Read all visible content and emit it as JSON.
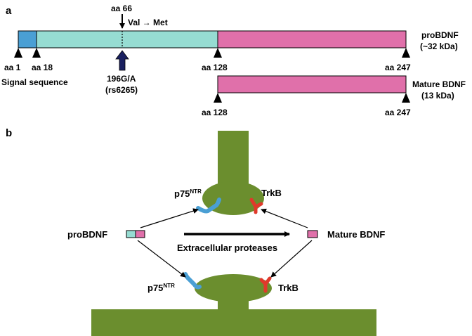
{
  "panel_a": {
    "panel_label": "a",
    "mutation_position": "aa 66",
    "mutation_change": "Val → Met",
    "variant_name": "196G/A",
    "variant_id": "(rs6265)",
    "pro_label": "proBDNF",
    "pro_size": "(~32 kDa)",
    "mature_label": "Mature BDNF",
    "mature_size": "(13 kDa)",
    "markers": {
      "aa1": "aa 1",
      "aa18": "aa 18",
      "aa128_top": "aa 128",
      "aa247_top": "aa 247",
      "aa128_bottom": "aa 128",
      "aa247_bottom": "aa 247"
    },
    "signal_label": "Signal sequence"
  },
  "panel_b": {
    "panel_label": "b",
    "p75_base_top": "p75",
    "p75_sup_top": "NTR",
    "trkb_top": "TrkB",
    "probdnf_label": "proBDNF",
    "mature_label": "Mature BDNF",
    "protease_label": "Extracellular proteases",
    "p75_base_bottom": "p75",
    "p75_sup_bottom": "NTR",
    "trkb_bottom": "TrkB"
  },
  "colors": {
    "signal": "#4a9fd4",
    "pro_domain": "#96dcd2",
    "mature": "#e070aa",
    "neuron": "#6b8e2e",
    "p75_receptor": "#4a9fd4",
    "trkb_receptor": "#e0392b",
    "variant_arrow": "#1a2060"
  }
}
